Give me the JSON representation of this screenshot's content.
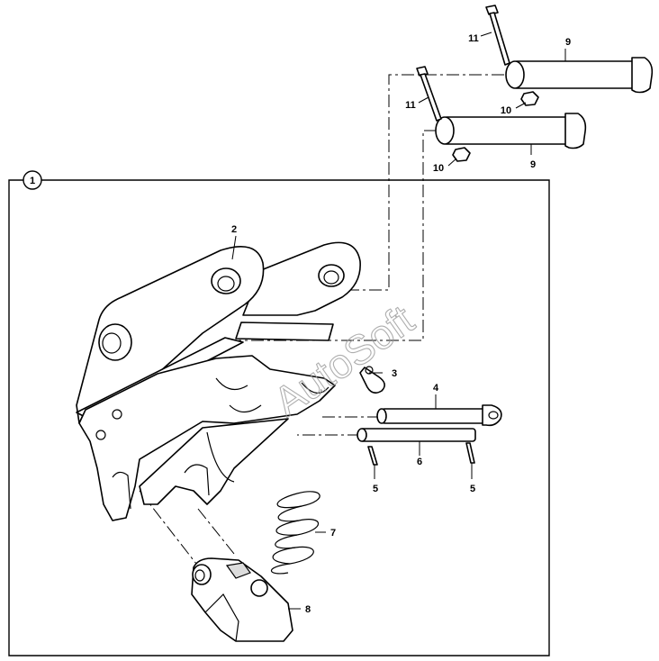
{
  "watermark": "AutoSoft",
  "callouts": {
    "c1": "1",
    "c2": "2",
    "c3": "3",
    "c4": "4",
    "c5a": "5",
    "c5b": "5",
    "c6": "6",
    "c7": "7",
    "c8": "8",
    "c9a": "9",
    "c9b": "9",
    "c10a": "10",
    "c10b": "10",
    "c11a": "11",
    "c11b": "11"
  }
}
